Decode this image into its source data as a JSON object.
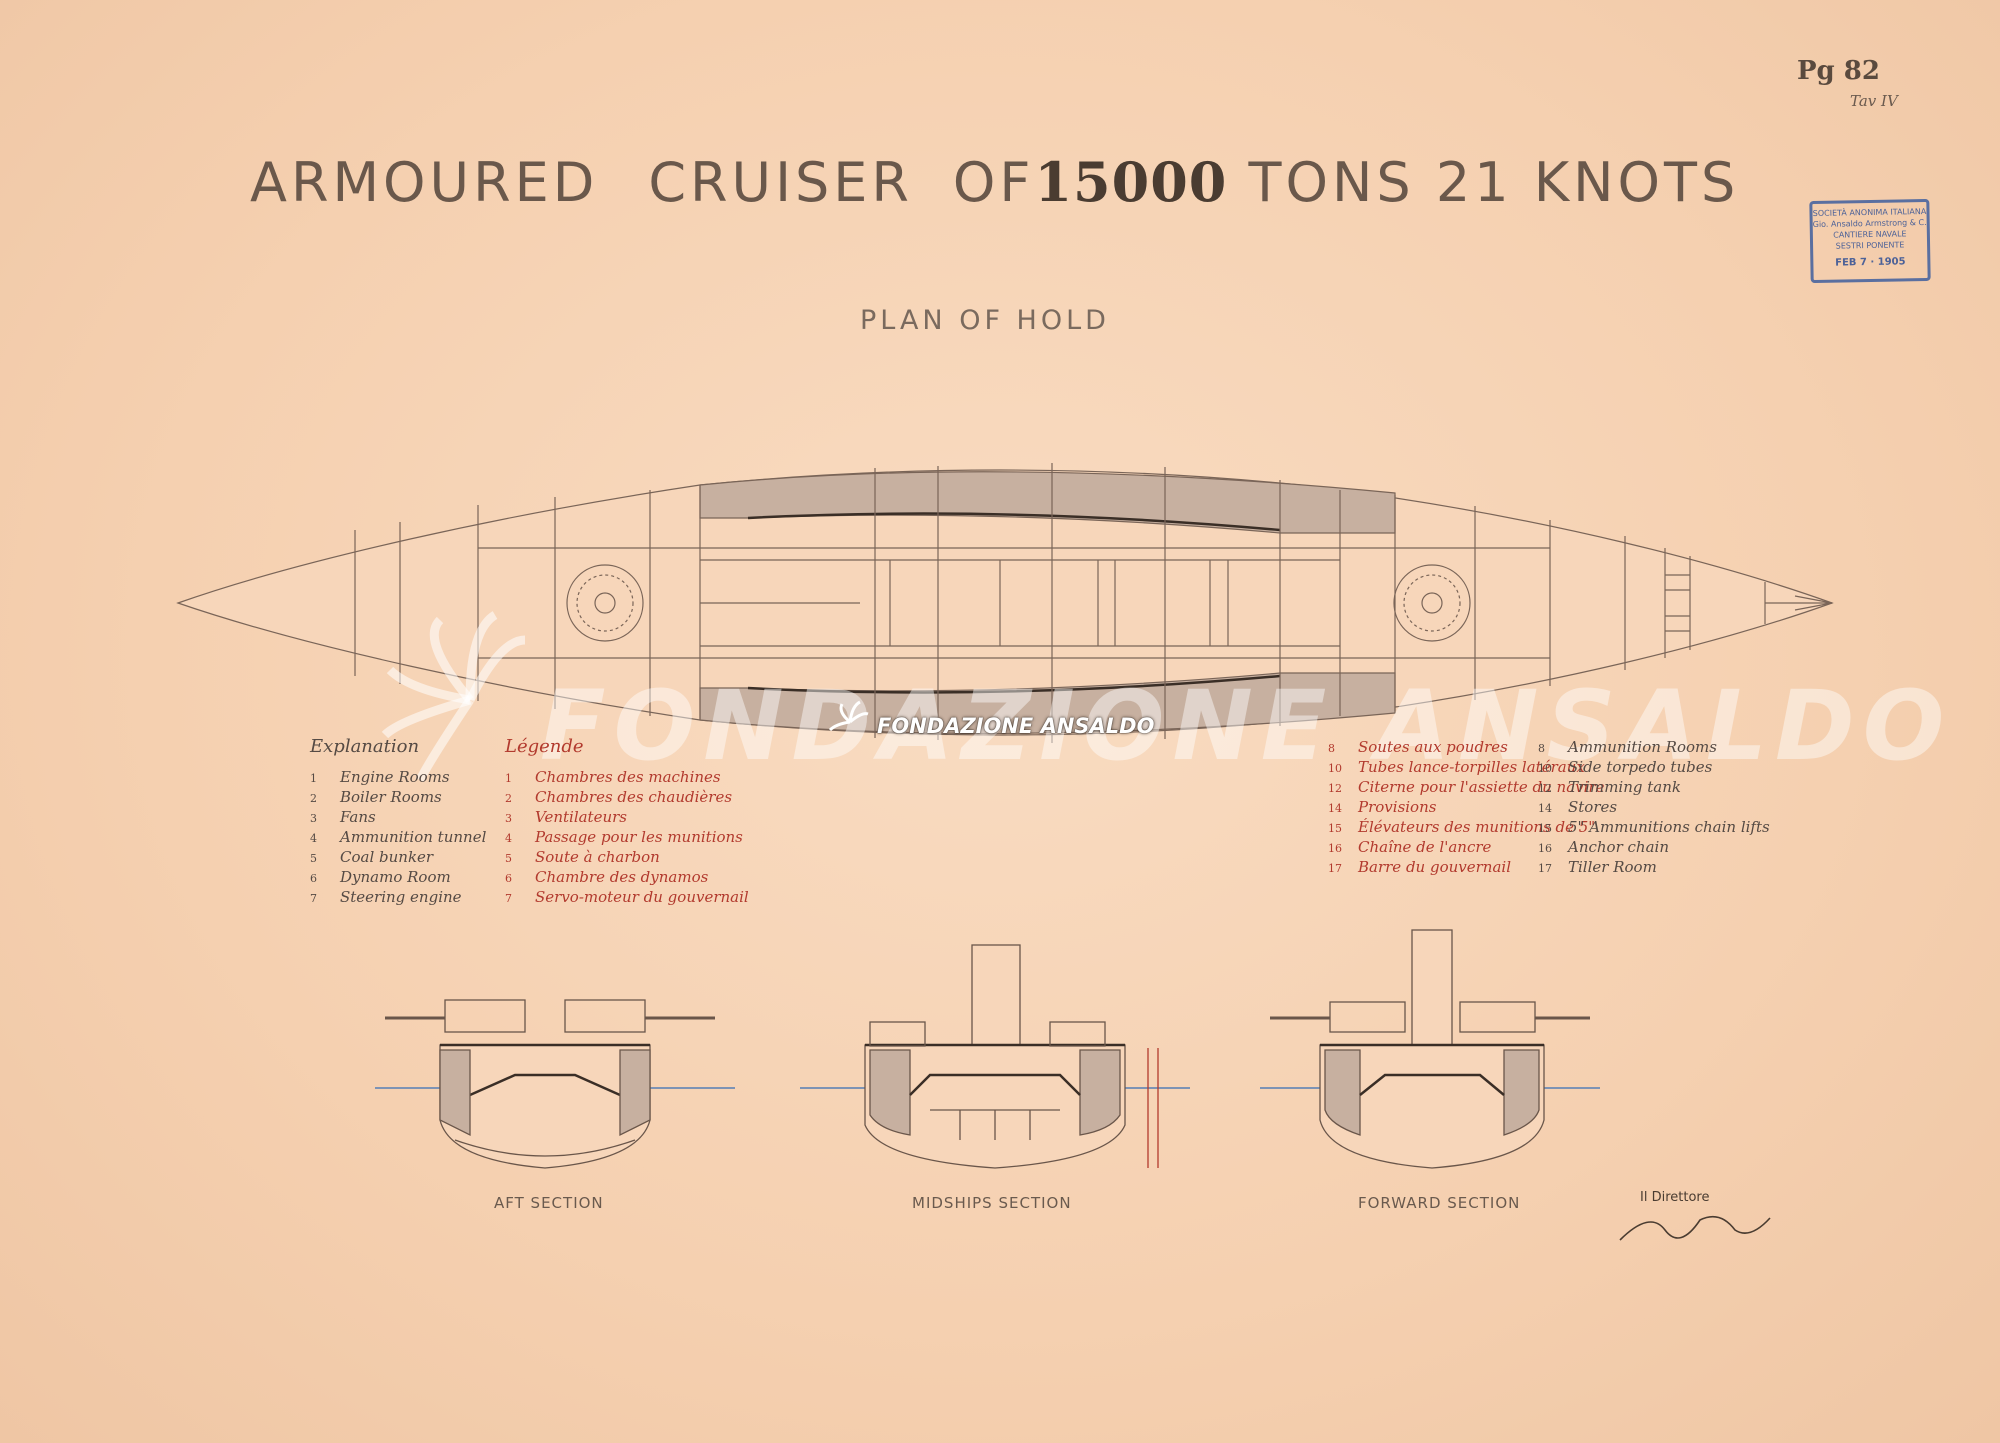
{
  "sheet": {
    "sheet_number": "Pg 82",
    "sheet_sub": "Tav IV",
    "title_part1": "ARMOURED",
    "title_part2": "CRUISER",
    "title_part3": "OF",
    "title_tons": "15000",
    "title_part4": "TONS 21 KNOTS",
    "subtitle": "PLAN OF HOLD"
  },
  "stamp": {
    "line1": "SOCIETÀ ANONIMA ITALIANA",
    "line2": "Gio. Ansaldo Armstrong & C.",
    "line3": "CANTIERE NAVALE",
    "line4": "SESTRI PONENTE",
    "date": "FEB 7 · 1905"
  },
  "legend_left": {
    "explanation_title": "Explanation",
    "legende_title": "Légende",
    "items": [
      {
        "n": "1",
        "en": "Engine Rooms",
        "fr": "Chambres des machines"
      },
      {
        "n": "2",
        "en": "Boiler Rooms",
        "fr": "Chambres des chaudières"
      },
      {
        "n": "3",
        "en": "Fans",
        "fr": "Ventilateurs"
      },
      {
        "n": "4",
        "en": "Ammunition tunnel",
        "fr": "Passage pour les munitions"
      },
      {
        "n": "5",
        "en": "Coal bunker",
        "fr": "Soute à charbon"
      },
      {
        "n": "6",
        "en": "Dynamo Room",
        "fr": "Chambre des dynamos"
      },
      {
        "n": "7",
        "en": "Steering engine",
        "fr": "Servo-moteur du gouvernail"
      }
    ]
  },
  "legend_right": {
    "items": [
      {
        "n": "8",
        "fr": "Soutes aux poudres",
        "en": "Ammunition Rooms"
      },
      {
        "n": "10",
        "fr": "Tubes lance-torpilles latéraux",
        "en": "Side torpedo tubes"
      },
      {
        "n": "12",
        "fr": "Citerne pour l'assiette du navire",
        "en": "Trimming tank"
      },
      {
        "n": "14",
        "fr": "Provisions",
        "en": "Stores"
      },
      {
        "n": "15",
        "fr": "Élévateurs des munitions de 5\"",
        "en": "5\" Ammunitions chain lifts"
      },
      {
        "n": "16",
        "fr": "Chaîne de l'ancre",
        "en": "Anchor chain"
      },
      {
        "n": "17",
        "fr": "Barre du gouvernail",
        "en": "Tiller Room"
      }
    ]
  },
  "sections": {
    "aft": "AFT SECTION",
    "midships": "MIDSHIPS SECTION",
    "forward": "FORWARD SECTION"
  },
  "director": {
    "label": "Il Direttore"
  },
  "watermark": {
    "large": "FONDAZIONE ANSALDO",
    "small": "FONDAZIONE ANSALDO"
  },
  "colors": {
    "paper": "#f6d3b5",
    "ink": "#5a4a3e",
    "shade": "#c9b3a3",
    "red_ink": "#b23a2e",
    "stamp_blue": "#5a6fa0",
    "water_blue": "#7d93b5"
  }
}
